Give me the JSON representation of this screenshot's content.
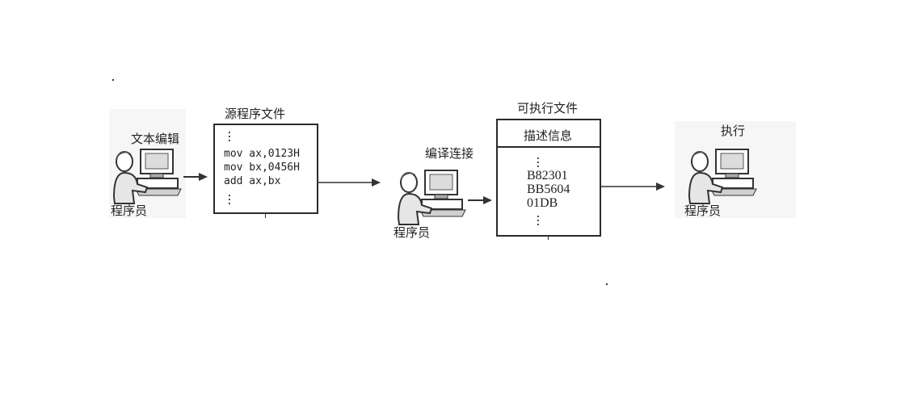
{
  "stages": {
    "edit": {
      "label": "文本编辑",
      "person_label": "程序员"
    },
    "source": {
      "title": "源程序文件",
      "lines": [
        "mov ax,0123H",
        "mov bx,0456H",
        "add ax,bx"
      ]
    },
    "compile": {
      "label": "编译连接",
      "person_label": "程序员"
    },
    "exec_file": {
      "title": "可执行文件",
      "header": "描述信息",
      "lines": [
        "B82301",
        "BB5604",
        "01DB"
      ]
    },
    "run": {
      "label": "执行",
      "person_label": "程序员"
    }
  },
  "icons": [
    "programmer-at-computer-icon",
    "arrow-right-icon",
    "vertical-ellipsis-icon"
  ],
  "colors": {
    "line": "#2b2b2b",
    "text": "#222222",
    "background": "#ffffff"
  }
}
